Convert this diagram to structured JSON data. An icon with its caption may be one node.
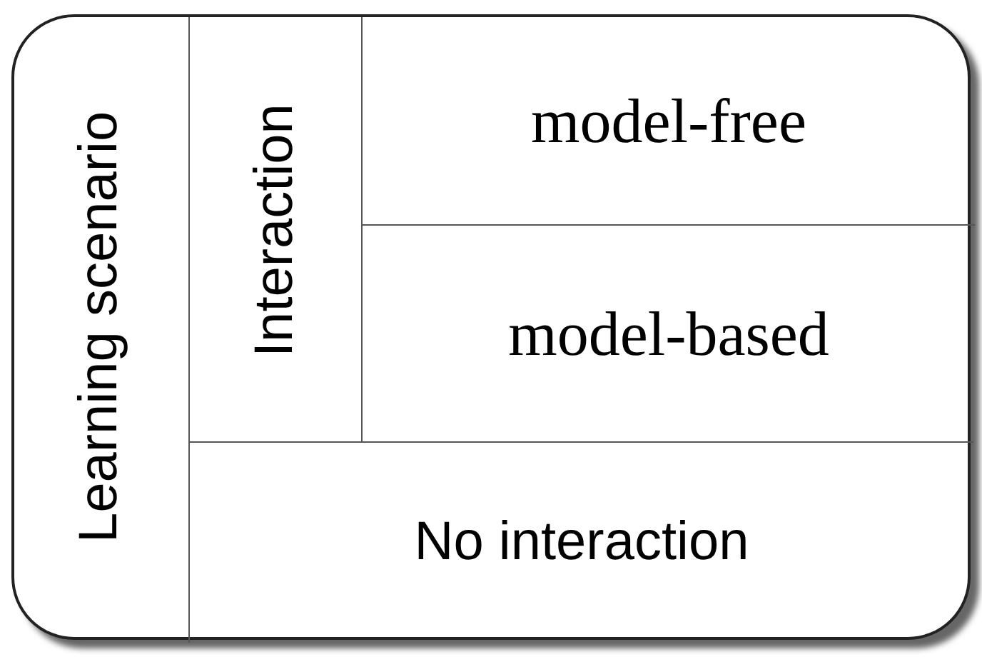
{
  "diagram": {
    "nodes": [
      {
        "text": [
          "Learning scenario"
        ]
      },
      {
        "text": [
          "Interaction"
        ],
        "in": 0
      },
      {
        "text": [
          "model-free"
        ],
        "in": 1
      },
      {
        "text": [
          "model-based"
        ],
        "in": 1
      },
      {
        "text": [
          "No interaction"
        ],
        "in": 0
      }
    ]
  }
}
